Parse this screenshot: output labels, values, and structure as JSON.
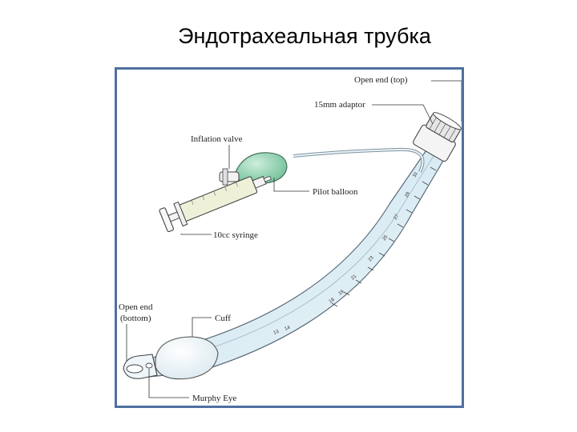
{
  "slide": {
    "title": "Эндотрахеальная трубка"
  },
  "diagram": {
    "labels": {
      "open_end_top": "Open end (top)",
      "adaptor": "15mm adaptor",
      "inflation_valve": "Inflation valve",
      "pilot_balloon": "Pilot balloon",
      "syringe": "10cc syringe",
      "open_end_bottom_line1": "Open end",
      "open_end_bottom_line2": "(bottom)",
      "cuff": "Cuff",
      "murphy_eye": "Murphy Eye"
    },
    "depth_marks": [
      "31",
      "29",
      "27",
      "25",
      "23",
      "21",
      "19",
      "18",
      "14",
      "13"
    ],
    "colors": {
      "frame_border": "#4f6fa0",
      "tube_fill": "#e6f2f8",
      "tube_stroke": "#5a6a78",
      "balloon_fill": "#8fcfae",
      "syringe_fill": "#eef1d8",
      "cuff_fill": "#eef5f8"
    }
  }
}
